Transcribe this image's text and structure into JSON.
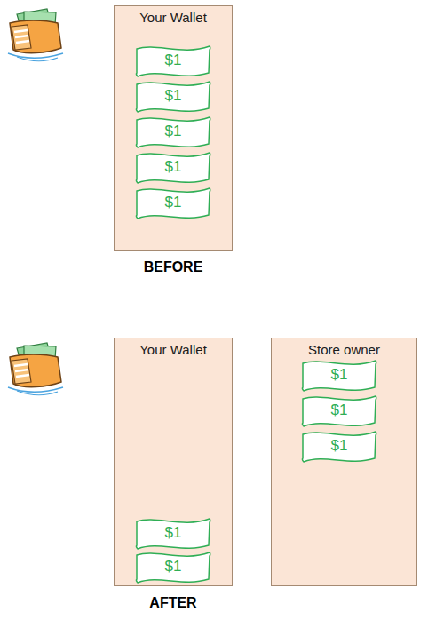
{
  "diagram": {
    "nodes": [
      {
        "text": [
          "Your Wallet"
        ]
      },
      {
        "text": [
          "$1"
        ],
        "in": 0
      },
      {
        "text": [
          "$1"
        ],
        "in": 0
      },
      {
        "text": [
          "$1"
        ],
        "in": 0
      },
      {
        "text": [
          "$1"
        ],
        "in": 0
      },
      {
        "text": [
          "$1"
        ],
        "in": 0
      },
      {
        "text": [
          "Your Wallet"
        ]
      },
      {
        "text": [
          "$1"
        ],
        "in": 6
      },
      {
        "text": [
          "$1"
        ],
        "in": 6
      },
      {
        "text": [
          "Store owner"
        ]
      },
      {
        "text": [
          "$1"
        ],
        "in": 9
      },
      {
        "text": [
          "$1"
        ],
        "in": 9
      },
      {
        "text": [
          "$1"
        ],
        "in": 9
      }
    ],
    "labels": [
      "BEFORE",
      "AFTER"
    ]
  }
}
